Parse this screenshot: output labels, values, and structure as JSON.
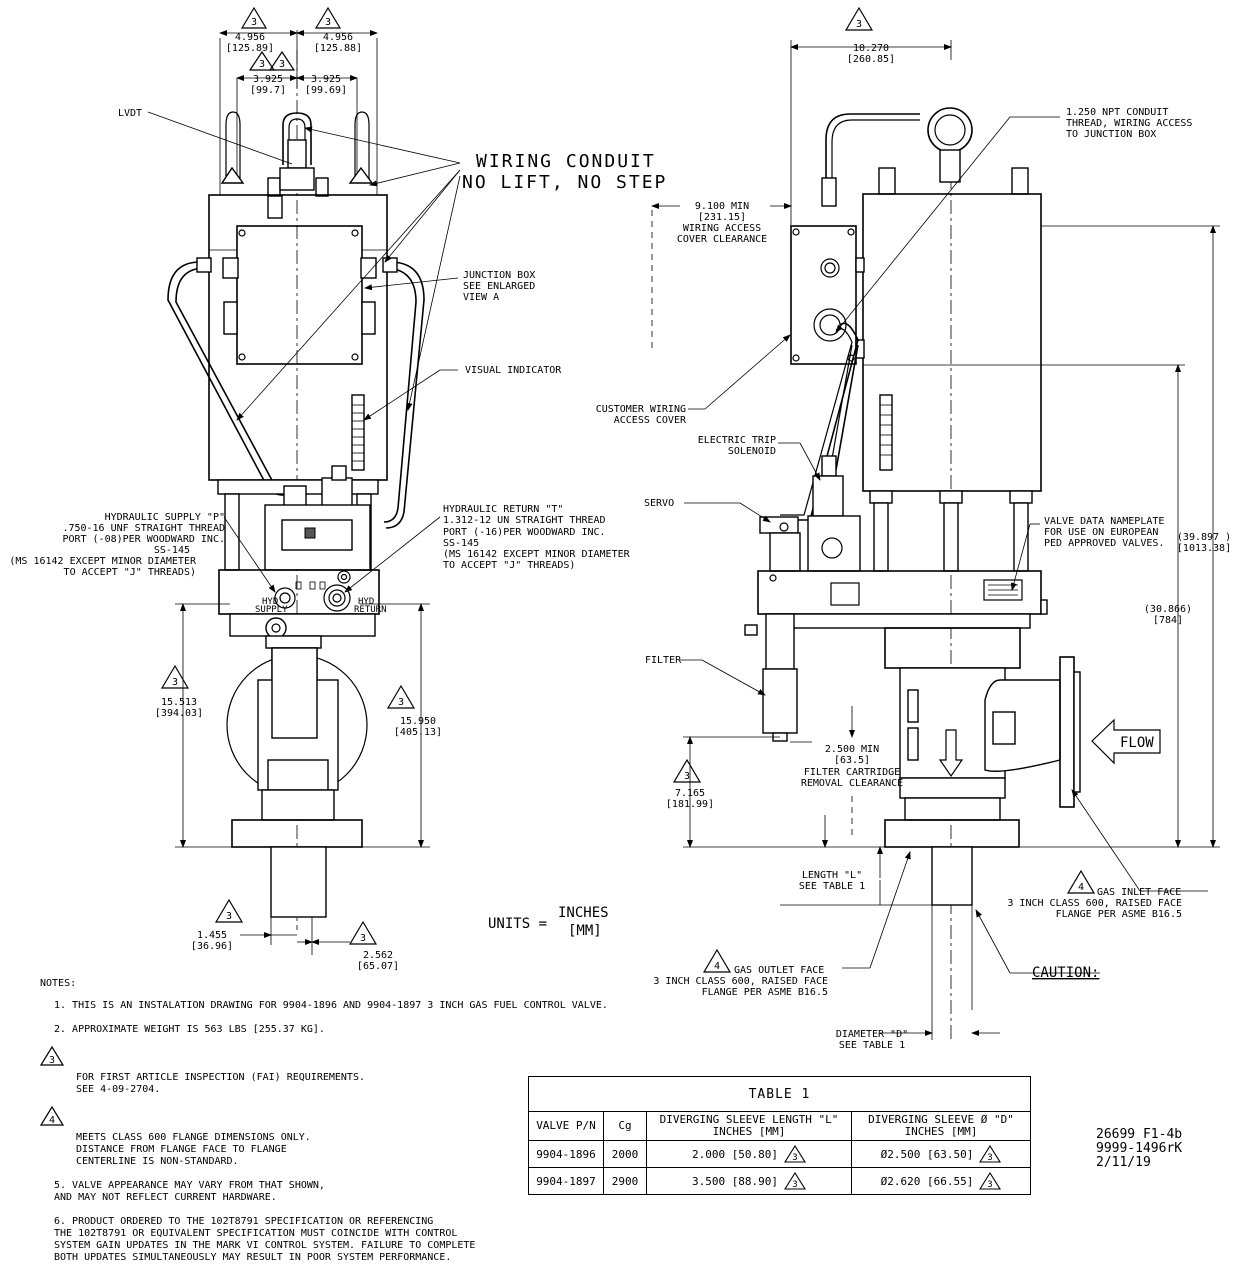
{
  "wiring_conduit": "WIRING CONDUIT",
  "no_lift_no_step": "NO LIFT, NO STEP",
  "labels": {
    "lvdt": "LVDT",
    "junction_box": [
      "JUNCTION BOX",
      "SEE ENLARGED",
      "VIEW A"
    ],
    "visual_indicator": "VISUAL INDICATOR",
    "hyd_supply": [
      "HYDRAULIC SUPPLY \"P\"",
      ".750-16 UNF STRAIGHT THREAD",
      "PORT (-08)PER WOODWARD INC.",
      "SS-145",
      "(MS 16142 EXCEPT MINOR DIAMETER",
      "TO ACCEPT \"J\" THREADS)"
    ],
    "hyd_return": [
      "HYDRAULIC RETURN \"T\"",
      "1.312-12 UN STRAIGHT THREAD",
      "PORT (-16)PER WOODWARD INC.",
      "SS-145",
      "(MS 16142 EXCEPT MINOR DIAMETER",
      "TO ACCEPT \"J\" THREADS)"
    ],
    "conduit_thread": [
      "1.250 NPT CONDUIT",
      "THREAD, WIRING ACCESS",
      "TO JUNCTION BOX"
    ],
    "wiring_access": [
      "9.100  MIN",
      "[231.15]",
      "WIRING ACCESS",
      "COVER CLEARANCE"
    ],
    "customer_wiring": [
      "CUSTOMER WIRING",
      "ACCESS COVER"
    ],
    "electric_trip": [
      "ELECTRIC TRIP",
      "SOLENOID"
    ],
    "servo": "SERVO",
    "filter": "FILTER",
    "valve_nameplate": [
      "VALVE DATA NAMEPLATE",
      "FOR USE ON EUROPEAN",
      "PED APPROVED VALVES."
    ],
    "filter_clearance": [
      "2.500 MIN",
      "[63.5]",
      "FILTER CARTRIDGE",
      "REMOVAL CLEARANCE"
    ],
    "flow": "FLOW",
    "length_l": [
      "LENGTH \"L\"",
      "SEE TABLE 1"
    ],
    "gas_inlet": [
      "GAS INLET FACE",
      "3 INCH CLASS 600, RAISED FACE",
      "FLANGE PER ASME B16.5"
    ],
    "gas_outlet": [
      "GAS OUTLET FACE",
      "3 INCH CLASS 600, RAISED FACE",
      "FLANGE PER ASME B16.5"
    ],
    "caution": "CAUTION:",
    "diameter_d": [
      "DIAMETER \"D\"",
      "SEE TABLE 1"
    ],
    "units_lhs": "UNITS = ",
    "units_top": "INCHES",
    "units_bot": "[MM]",
    "hyd_supply_tag": [
      "HYD",
      "SUPPLY"
    ],
    "hyd_return_tag": [
      "HYD",
      "RETURN"
    ]
  },
  "dimensions": {
    "d_4956_l": [
      "4.956",
      "[125.89]"
    ],
    "d_4956_r": [
      "4.956",
      "[125.88]"
    ],
    "d_3925_l": [
      "3.925",
      "[99.7]"
    ],
    "d_3925_r": [
      "3.925",
      "[99.69]"
    ],
    "d_15513": [
      "15.513",
      "[394.03]"
    ],
    "d_15950": [
      "15.950",
      "[405.13]"
    ],
    "d_1455": [
      "1.455",
      "[36.96]"
    ],
    "d_2562": [
      "2.562",
      "[65.07]"
    ],
    "d_10270": [
      "10.270",
      "[260.85]"
    ],
    "d_39897": [
      "(39.897 )",
      "[1013.38]"
    ],
    "d_30866": [
      "(30.866)",
      "[784]"
    ],
    "d_7165": [
      "7.165",
      "[181.99]"
    ]
  },
  "tri3": "3",
  "tri4": "4",
  "notes": {
    "header": "NOTES:",
    "n1": "1. THIS IS AN INSTALATION DRAWING FOR 9904-1896 AND 9904-1897 3 INCH GAS FUEL CONTROL VALVE.",
    "n2": "2. APPROXIMATE WEIGHT IS 563 LBS [255.37 KG].",
    "n3_num": "3",
    "n3": "FOR FIRST ARTICLE INSPECTION (FAI) REQUIREMENTS.\nSEE 4-09-2704.",
    "n4_num": "4",
    "n4": "MEETS CLASS 600 FLANGE DIMENSIONS ONLY.\nDISTANCE FROM FLANGE FACE TO FLANGE\nCENTERLINE IS NON-STANDARD.",
    "n5": "5. VALVE APPEARANCE MAY VARY FROM THAT SHOWN,\n   AND MAY NOT REFLECT CURRENT HARDWARE.",
    "n6": "6. PRODUCT ORDERED TO THE 102T8791 SPECIFICATION OR REFERENCING\n   THE 102T8791 OR EQUIVALENT SPECIFICATION MUST COINCIDE WITH CONTROL\n   SYSTEM GAIN UPDATES IN THE MARK VI CONTROL SYSTEM. FAILURE TO COMPLETE\n   BOTH UPDATES SIMULTANEOUSLY MAY RESULT IN POOR SYSTEM PERFORMANCE."
  },
  "table": {
    "title": "TABLE 1",
    "headers": [
      "VALVE P/N",
      "Cg",
      "DIVERGING SLEEVE LENGTH \"L\"\nINCHES [MM]",
      "DIVERGING SLEEVE Ø \"D\"\nINCHES [MM]"
    ],
    "rows": [
      {
        "pn": "9904-1896",
        "cg": "2000",
        "length": "2.000 [50.80]",
        "dia": "Ø2.500 [63.50]"
      },
      {
        "pn": "9904-1897",
        "cg": "2900",
        "length": "3.500 [88.90]",
        "dia": "Ø2.620 [66.55]"
      }
    ]
  },
  "drawing_number": [
    "26699 F1-4b",
    "9999-1496rK",
    "2/11/19"
  ]
}
